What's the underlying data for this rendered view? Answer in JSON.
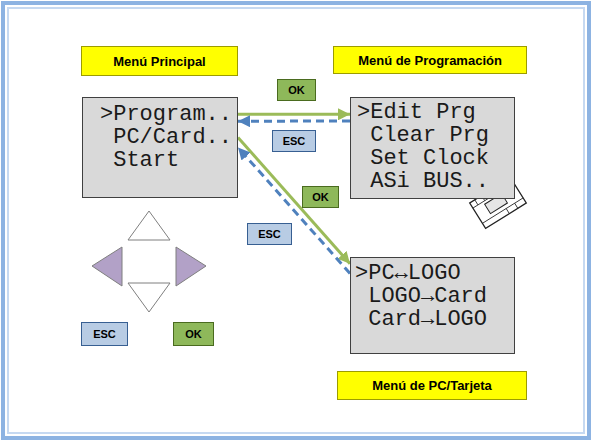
{
  "diagram": {
    "nodes": [
      {
        "text": [
          "Menú Principal"
        ]
      },
      {
        "text": [
          "Menú de Programación"
        ]
      },
      {
        "text": [
          ">Program..",
          "PC/Card..",
          "Start"
        ]
      },
      {
        "text": [
          ">Edit Prg",
          "Clear Prg",
          "Set Clock",
          "ASi BUS.."
        ]
      },
      {
        "text": [
          ">PC↔LOGO",
          "LOGO→Card",
          "Card→LOGO"
        ]
      },
      {
        "text": [
          "Menú de PC/Tarjeta"
        ]
      },
      {
        "text": [
          "ESC"
        ]
      },
      {
        "text": [
          "OK"
        ]
      }
    ],
    "edges": [
      {
        "from": 2,
        "to": 3,
        "arrow": "to",
        "label": "OK"
      },
      {
        "from": 3,
        "to": 2,
        "arrow": "to",
        "label": "ESC"
      },
      {
        "from": 2,
        "to": 4,
        "arrow": "to",
        "label": "OK"
      },
      {
        "from": 4,
        "to": 2,
        "arrow": "to",
        "label": "ESC"
      }
    ]
  }
}
